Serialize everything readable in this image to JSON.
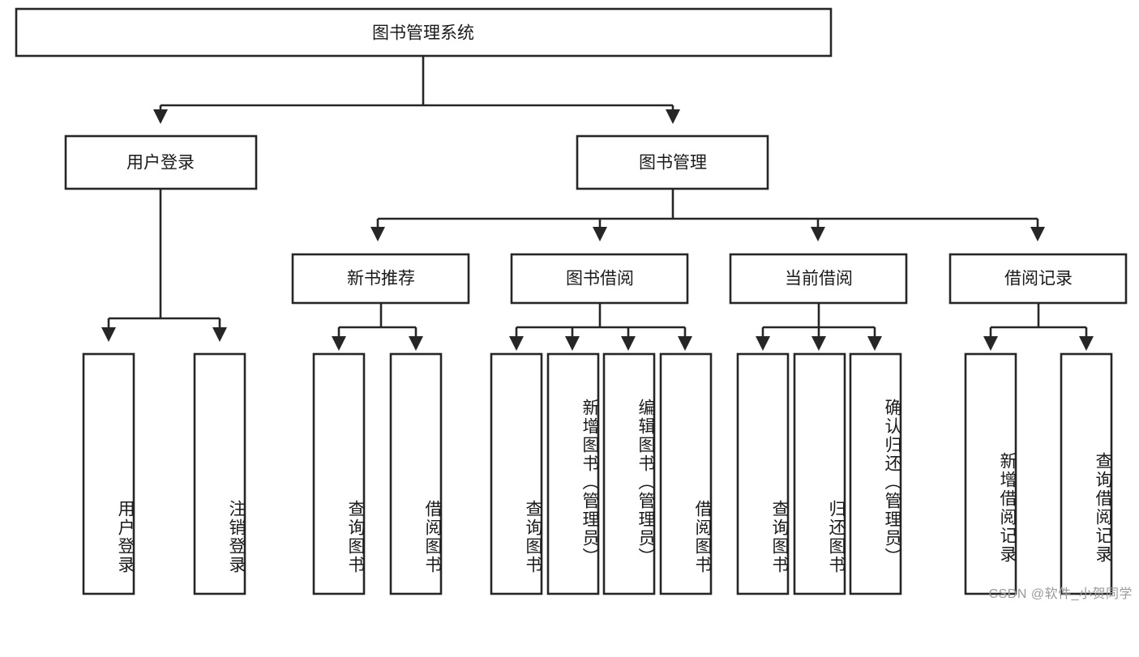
{
  "diagram": {
    "type": "tree-hierarchy-chart",
    "title": "图书管理系统",
    "orientation": "top-down",
    "colors": {
      "box_fill": "#ffffff",
      "box_stroke": "#262626",
      "text": "#1a1a1a",
      "watermark": "#9a9a9a",
      "background": "#ffffff"
    },
    "root": {
      "label": "图书管理系统"
    },
    "level2": [
      {
        "label": "用户登录"
      },
      {
        "label": "图书管理"
      }
    ],
    "level3": [
      {
        "label": "新书推荐"
      },
      {
        "label": "图书借阅"
      },
      {
        "label": "当前借阅"
      },
      {
        "label": "借阅记录"
      }
    ],
    "leaves": {
      "user_login": [
        {
          "label": "用户登录"
        },
        {
          "label": "注销登录"
        }
      ],
      "new_book_recommend": [
        {
          "label": "查询图书"
        },
        {
          "label": "借阅图书"
        }
      ],
      "book_borrow": [
        {
          "label": "查询图书"
        },
        {
          "label": "新增图书（管理员）"
        },
        {
          "label": "编辑图书（管理员）"
        },
        {
          "label": "借阅图书"
        }
      ],
      "current_borrow": [
        {
          "label": "查询图书"
        },
        {
          "label": "归还图书"
        },
        {
          "label": "确认归还（管理员）"
        }
      ],
      "borrow_record": [
        {
          "label": "新增借阅记录"
        },
        {
          "label": "查询借阅记录"
        }
      ]
    },
    "watermark": "CSDN @软件_小贺同学"
  }
}
